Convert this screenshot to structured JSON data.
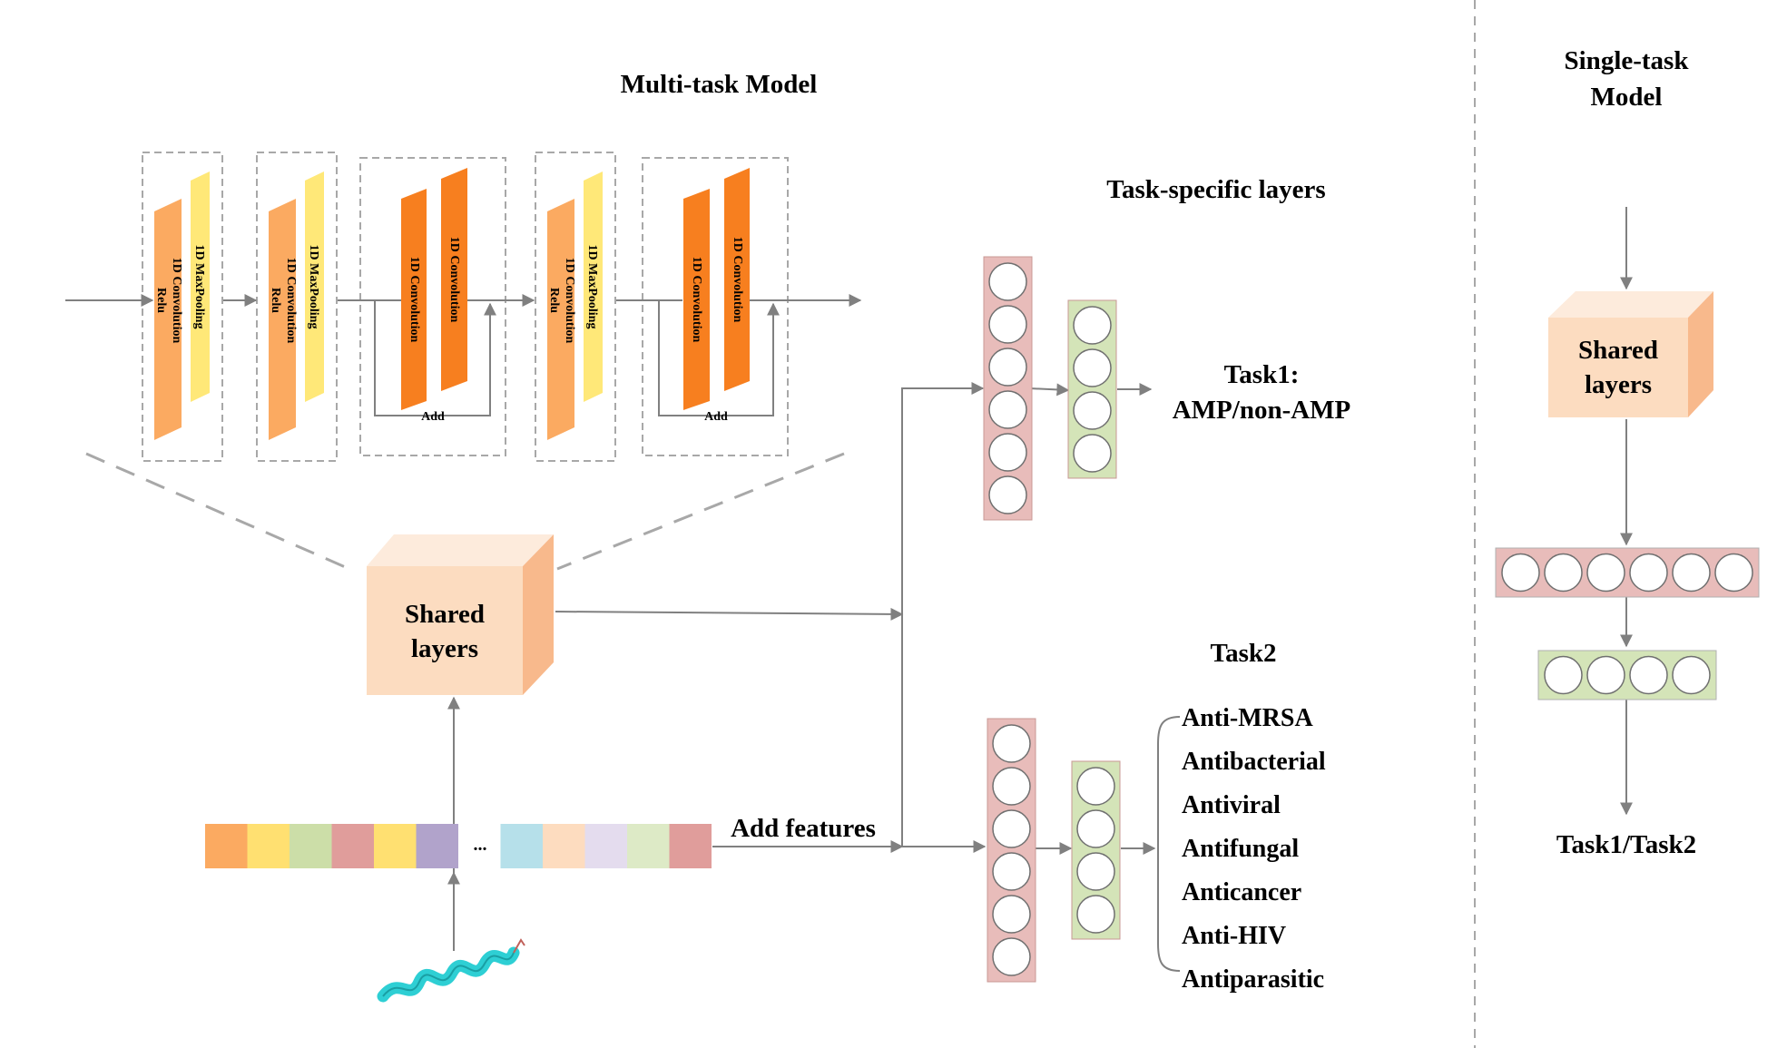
{
  "multi_task": {
    "title": "Multi-task Model",
    "task_specific_title": "Task-specific layers",
    "block_labels": {
      "conv_relu_line1": "1D Convolution",
      "conv_relu_line2": "Relu",
      "maxpool": "1D MaxPooling",
      "conv": "1D Convolution",
      "add": "Add"
    },
    "shared_layers": {
      "line1": "Shared",
      "line2": "layers"
    },
    "add_features": "Add features",
    "feature_ellipsis": "...",
    "task1": {
      "line1": "Task1:",
      "line2": "AMP/non-AMP"
    },
    "task2": {
      "title": "Task2",
      "items": [
        "Anti-MRSA",
        "Antibacterial",
        "Antiviral",
        "Antifungal",
        "Anticancer",
        "Anti-HIV",
        "Antiparasitic"
      ]
    }
  },
  "single_task": {
    "title_line1": "Single-task",
    "title_line2": "Model",
    "shared_layers": {
      "line1": "Shared",
      "line2": "layers"
    },
    "output": "Task1/Task2"
  },
  "colors": {
    "conv_relu": "#FBAA61",
    "maxpool": "#FFE878",
    "conv": "#F77F1F",
    "shared_front": "#FCDCC0",
    "shared_top": "#FDEBDC",
    "shared_side": "#F8B98C",
    "pink_layer": "#E8BCBA",
    "green_layer": "#D4E4B8",
    "peptide": "#2ECFD4",
    "feature_cells": [
      "#FBAA61",
      "#FFE071",
      "#CCDEA8",
      "#E09D9B",
      "#FFE071",
      "#B1A3CB",
      "#FFFFFF",
      "#B6E0EA",
      "#FDDCBF",
      "#E4DCEE",
      "#DDEAC6",
      "#E09D9B"
    ]
  }
}
